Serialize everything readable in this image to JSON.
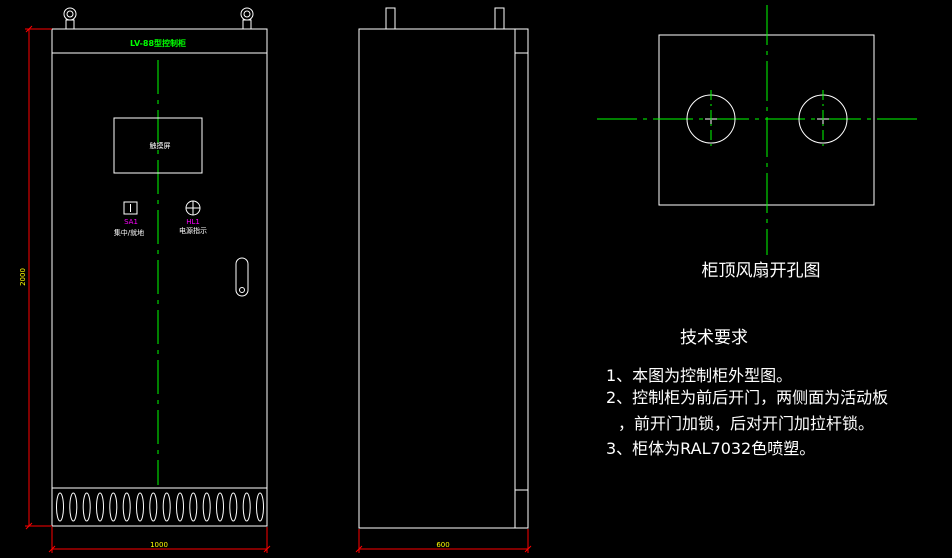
{
  "drawing": {
    "colors": {
      "background": "#000000",
      "outline": "#ffffff",
      "centerline": "#00ff00",
      "dimension": "#ff0000",
      "indicator_code": "#ff00ff",
      "dimension_text": "#ffff00",
      "title_text": "#00ff00"
    },
    "front_view": {
      "title": "LV-88型控制柜",
      "screen_label": "触摸屏",
      "switch_code": "SA1",
      "switch_label": "集中/就地",
      "lamp_code": "HL1",
      "lamp_label": "电源指示",
      "height_dim": "2000",
      "width_dim": "1000"
    },
    "side_view": {
      "depth_dim": "600"
    },
    "top_view": {
      "caption": "柜顶风扇开孔图"
    },
    "notes": {
      "heading": "技术要求",
      "lines": [
        "1、本图为控制柜外型图。",
        "2、控制柜为前后开门，两侧面为活动板",
        "，前开门加锁，后对开门加拉杆锁。",
        "3、柜体为RAL7032色喷塑。"
      ]
    }
  }
}
